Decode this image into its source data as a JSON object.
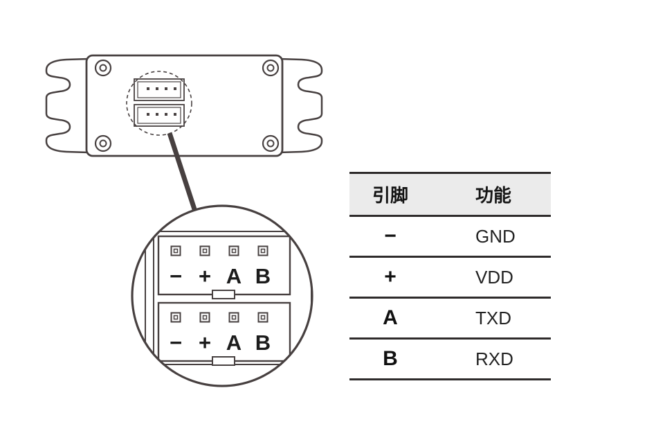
{
  "pinout": {
    "labels": [
      "−",
      "+",
      "A",
      "B"
    ]
  },
  "table": {
    "headers": {
      "pin": "引脚",
      "function": "功能"
    },
    "rows": [
      {
        "pin": "−",
        "function": "GND"
      },
      {
        "pin": "+",
        "function": "VDD"
      },
      {
        "pin": "A",
        "function": "TXD"
      },
      {
        "pin": "B",
        "function": "RXD"
      }
    ]
  },
  "colors": {
    "outline": "#474040",
    "table_line": "#2e2b2b",
    "header_bg": "#ebebeb",
    "text": "#161616"
  }
}
